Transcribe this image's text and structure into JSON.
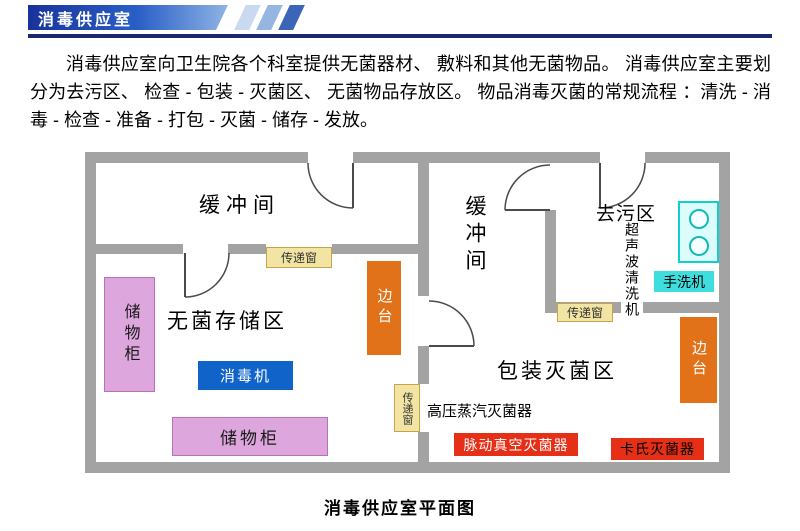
{
  "header": {
    "title": "消毒供应室"
  },
  "intro": {
    "text": "消毒供应室向卫生院各个科室提供无菌器材、 敷料和其他无菌物品。 消毒供应室主要划分为去污区、 检查 - 包装 - 灭菌区、 无菌物品存放区。 物品消毒灭菌的常规流程 ：清洗 - 消毒 - 检查 - 准备 - 打包 - 灭菌 - 储存 - 发放。"
  },
  "floorplan": {
    "wall_color": "#a3a3a3",
    "rooms": {
      "buffer_left": "缓冲间",
      "sterile_storage": "无菌存储区",
      "buffer_right": "缓冲间",
      "decontamination": "去污区",
      "packing": "包装灭菌区"
    },
    "equipment": {
      "cabinet_left": "储物柜",
      "cabinet_bottom": "储物柜",
      "disinfector": "消毒机",
      "side_table_left": "边台",
      "side_table_right": "边台",
      "pass_window_top": "传递窗",
      "pass_window_mid": "传递窗",
      "pass_window_right": "传递窗",
      "ultrasonic_cleaner": "超声波清洗机",
      "hand_washer": "手洗机",
      "autoclave": "高压蒸汽灭菌器",
      "pulse_vacuum_sterilizer": "脉动真空灭菌器",
      "cassette_sterilizer": "卡氏灭菌器"
    },
    "colors": {
      "cabinet": "#dda6dd",
      "disinfector": "#1063c8",
      "side_table": "#e2721a",
      "pass_window": "#f2e4a2",
      "hand_washer": "#3fdede",
      "sterilizer_red": "#e62f17",
      "sink_fill": "#dcfbfb"
    }
  },
  "caption": "消毒供应室平面图"
}
